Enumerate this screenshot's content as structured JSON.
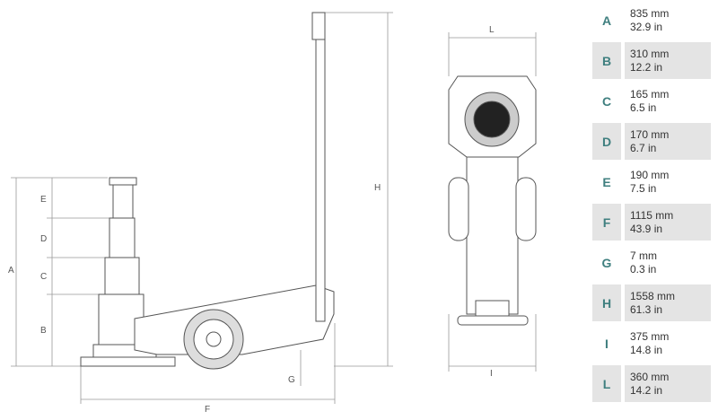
{
  "diagram_labels": {
    "A": "A",
    "B": "B",
    "C": "C",
    "D": "D",
    "E": "E",
    "F": "F",
    "G": "G",
    "H": "H",
    "I": "I",
    "L": "L"
  },
  "dimensions": [
    {
      "key": "A",
      "mm": "835 mm",
      "in": "32.9 in"
    },
    {
      "key": "B",
      "mm": "310 mm",
      "in": "12.2 in"
    },
    {
      "key": "C",
      "mm": "165 mm",
      "in": "6.5 in"
    },
    {
      "key": "D",
      "mm": "170 mm",
      "in": "6.7 in"
    },
    {
      "key": "E",
      "mm": "190 mm",
      "in": "7.5 in"
    },
    {
      "key": "F",
      "mm": "1115 mm",
      "in": "43.9 in"
    },
    {
      "key": "G",
      "mm": "7 mm",
      "in": "0.3 in"
    },
    {
      "key": "H",
      "mm": "1558 mm",
      "in": "61.3 in"
    },
    {
      "key": "I",
      "mm": "375 mm",
      "in": "14.8 in"
    },
    {
      "key": "L",
      "mm": "360 mm",
      "in": "14.2 in"
    }
  ],
  "colors": {
    "key": "#3f7f7f",
    "row_alt": "#e4e4e4",
    "line": "#555555"
  }
}
